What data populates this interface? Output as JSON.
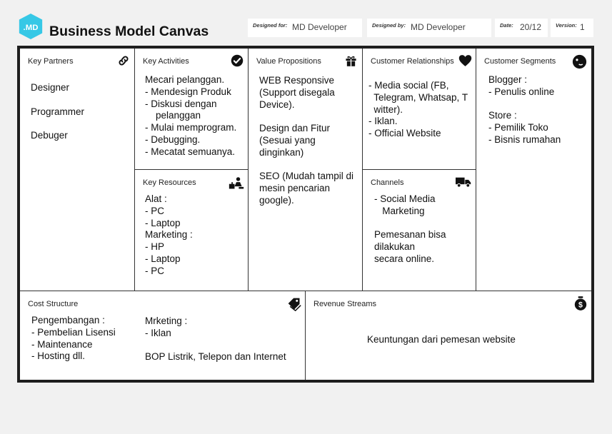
{
  "header": {
    "logo_text": ".MD",
    "title": "Business Model Canvas",
    "designed_for": {
      "label": "Designed for:",
      "value": "MD Developer"
    },
    "designed_by": {
      "label": "Designed by:",
      "value": "MD Developer"
    },
    "date": {
      "label": "Date:",
      "value": "20/12"
    },
    "version": {
      "label": "Version:",
      "value": "1"
    }
  },
  "colors": {
    "logo": "#36c8e6",
    "frame": "#1e1e1e",
    "background": "#f1f1f1"
  },
  "key_partners": {
    "title": "Key Partners",
    "icon": "link-icon",
    "items": [
      "Designer",
      "Programmer",
      "Debuger"
    ]
  },
  "key_activities": {
    "title": "Key Activities",
    "icon": "check-circle-icon",
    "lines": [
      "Mecari pelanggan.",
      "- Mendesign Produk",
      "- Diskusi dengan",
      "    pelanggan",
      "- Mulai memprogram.",
      "- Debugging.",
      "- Mecatat semuanya."
    ]
  },
  "key_resources": {
    "title": "Key Resources",
    "icon": "worker-icon",
    "lines": [
      "Alat :",
      "- PC",
      "- Laptop",
      "Marketing :",
      "- HP",
      "- Laptop",
      "- PC"
    ]
  },
  "value_propositions": {
    "title": "Value Propositions",
    "icon": "gift-icon",
    "lines": [
      "WEB Responsive",
      "(Support disegala",
      "Device).",
      "",
      "Design dan Fitur",
      "(Sesuai yang",
      "dinginkan)",
      "",
      "SEO (Mudah tampil di",
      "mesin pencarian",
      "google)."
    ]
  },
  "customer_relationships": {
    "title": "Customer Relationships",
    "icon": "heart-icon",
    "lines": [
      "- Media social (FB,",
      "  Telegram, Whatsap, T",
      "  witter).",
      "- Iklan.",
      "- Official Website"
    ]
  },
  "channels": {
    "title": "Channels",
    "icon": "truck-icon",
    "lines": [
      "- Social Media",
      "   Marketing",
      "",
      "Pemesanan bisa",
      "dilakukan",
      "secara online."
    ]
  },
  "customer_segments": {
    "title": "Customer Segments",
    "icon": "face-icon",
    "lines": [
      "Blogger :",
      "- Penulis online",
      "",
      "Store :",
      "- Pemilik Toko",
      "- Bisnis rumahan"
    ]
  },
  "cost_structure": {
    "title": "Cost Structure",
    "icon": "tags-icon",
    "col1": [
      "Pengembangan :",
      "- Pembelian Lisensi",
      "- Maintenance",
      "- Hosting dll."
    ],
    "col2": [
      "Mrketing :",
      "- Iklan",
      "",
      "BOP Listrik, Telepon dan Internet"
    ]
  },
  "revenue_streams": {
    "title": "Revenue Streams",
    "icon": "money-bag-icon",
    "text": "Keuntungan dari pemesan website"
  }
}
